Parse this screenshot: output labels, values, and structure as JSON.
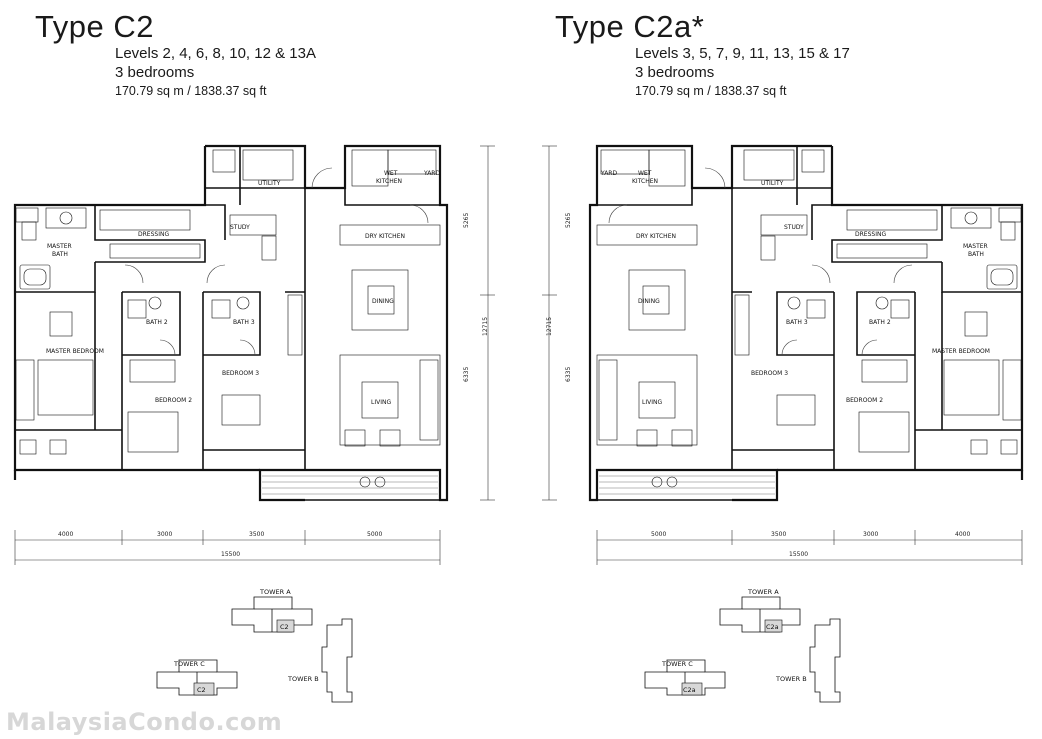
{
  "left": {
    "title": "Type C2",
    "levels": "Levels 2, 4, 6, 8, 10, 12 & 13A",
    "bedrooms": "3 bedrooms",
    "area": "170.79 sq m / 1838.37 sq ft",
    "rooms": {
      "utility": "UTILITY",
      "yard": "YARD",
      "wet_kitchen_1": "WET",
      "wet_kitchen_2": "KITCHEN",
      "study": "STUDY",
      "dressing": "DRESSING",
      "dry_kitchen": "DRY KITCHEN",
      "master_bath_1": "MASTER",
      "master_bath_2": "BATH",
      "dining": "DINING",
      "bath2": "BATH 2",
      "bath3": "BATH 3",
      "master_bedroom": "MASTER BEDROOM",
      "bedroom3": "BEDROOM 3",
      "bedroom2": "BEDROOM 2",
      "living": "LIVING"
    },
    "dims": {
      "d1": "4000",
      "d2": "3000",
      "d3": "3500",
      "d4": "5000",
      "total": "15500",
      "v1": "5265",
      "v2": "12715",
      "v3": "6335"
    },
    "key": {
      "tower_a": "TOWER A",
      "tower_b": "TOWER B",
      "tower_c": "TOWER C",
      "unit_a": "C2",
      "unit_c": "C2"
    }
  },
  "right": {
    "title": "Type C2a*",
    "levels": "Levels 3, 5, 7, 9, 11, 13, 15 & 17",
    "bedrooms": "3 bedrooms",
    "area": "170.79 sq m / 1838.37 sq ft",
    "rooms": {
      "utility": "UTILITY",
      "yard": "YARD",
      "wet_kitchen_1": "WET",
      "wet_kitchen_2": "KITCHEN",
      "study": "STUDY",
      "dressing": "DRESSING",
      "dry_kitchen": "DRY KITCHEN",
      "master_bath_1": "MASTER",
      "master_bath_2": "BATH",
      "dining": "DINING",
      "bath2": "BATH 2",
      "bath3": "BATH 3",
      "master_bedroom": "MASTER BEDROOM",
      "bedroom3": "BEDROOM 3",
      "bedroom2": "BEDROOM 2",
      "living": "LIVING"
    },
    "dims": {
      "d1": "5000",
      "d2": "3500",
      "d3": "3000",
      "d4": "4000",
      "total": "15500",
      "v1": "5265",
      "v2": "12715",
      "v3": "6335"
    },
    "key": {
      "tower_a": "TOWER A",
      "tower_b": "TOWER B",
      "tower_c": "TOWER C",
      "unit_a": "C2a",
      "unit_c": "C2a"
    }
  },
  "watermark": "MalaysiaCondo.com"
}
